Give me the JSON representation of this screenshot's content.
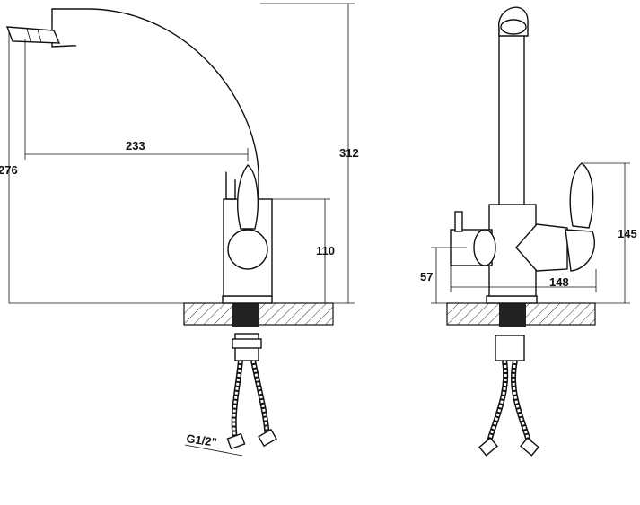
{
  "diagram": {
    "side_view": {
      "dimensions": {
        "spout_height": "276",
        "spout_reach": "233",
        "total_height": "312",
        "body_height": "110",
        "thread": "G1/2\""
      }
    },
    "front_view": {
      "dimensions": {
        "handle_height": "145",
        "side_lever_height": "57",
        "body_width": "148"
      }
    }
  }
}
